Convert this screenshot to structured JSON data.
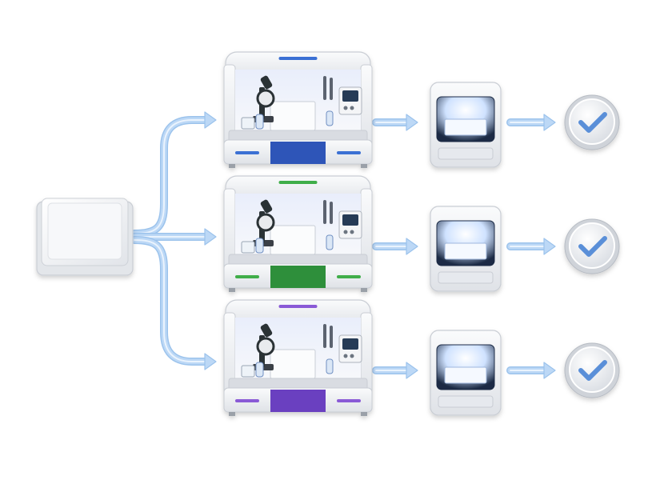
{
  "diagram": {
    "source": {
      "icon": "sample-plate-icon"
    },
    "lanes": [
      {
        "id": "lane-1",
        "accent": "#3b6fd4",
        "base": "#2f55b8",
        "workstation_icon": "lab-workstation-icon",
        "reader_icon": "plate-reader-icon",
        "result_icon": "checkmark-icon"
      },
      {
        "id": "lane-2",
        "accent": "#3fae4a",
        "base": "#2e8f3a",
        "workstation_icon": "lab-workstation-icon",
        "reader_icon": "plate-reader-icon",
        "result_icon": "checkmark-icon"
      },
      {
        "id": "lane-3",
        "accent": "#8a5ad6",
        "base": "#6b3fc0",
        "workstation_icon": "lab-workstation-icon",
        "reader_icon": "plate-reader-icon",
        "result_icon": "checkmark-icon"
      }
    ],
    "colors": {
      "arrow": "#bcd8f6",
      "arrow_edge": "#9cc3ec",
      "device_body": "#eef0f3",
      "device_edge": "#c9cdd4",
      "check": "#5a8fd8"
    }
  }
}
